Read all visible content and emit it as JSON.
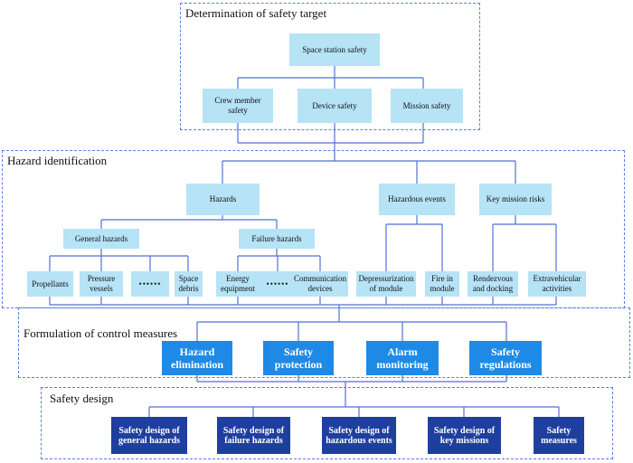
{
  "sections": {
    "target": "Determination of safety target",
    "hazard": "Hazard identification",
    "control": "Formulation of control measures",
    "design": "Safety design"
  },
  "target": {
    "root": "Space station safety",
    "crew": "Crew member safety",
    "device": "Device safety",
    "mission": "Mission safety"
  },
  "hazard": {
    "hazards": "Hazards",
    "events": "Hazardous events",
    "risks": "Key mission risks",
    "general": "General hazards",
    "failure": "Failure hazards",
    "propellants": "Propellants",
    "pressure": "Pressure vessels",
    "ellipsis": "••••••",
    "debris": "Space debris",
    "energy": "Energy equipment",
    "comm": "Communication devices",
    "depress": "Depressurization of module",
    "fire": "Fire in module",
    "rendezvous": "Rendezvous and docking",
    "eva": "Extravehicular activities"
  },
  "control": {
    "elimination": "Hazard elimination",
    "protection": "Safety protection",
    "alarm": "Alarm monitoring",
    "regulations": "Safety regulations"
  },
  "design": {
    "general": "Safety design of general hazards",
    "failure": "Safety design of failure hazards",
    "events": "Safety design of hazardous events",
    "missions": "Safety design of key missions",
    "measures": "Safety measures"
  },
  "colors": {
    "frame": "#5b7fe0",
    "connector": "#4f72d6",
    "light_box": "#b6e3f6",
    "mid_box": "#1e8ae6",
    "dark_box": "#1f3f9e"
  }
}
